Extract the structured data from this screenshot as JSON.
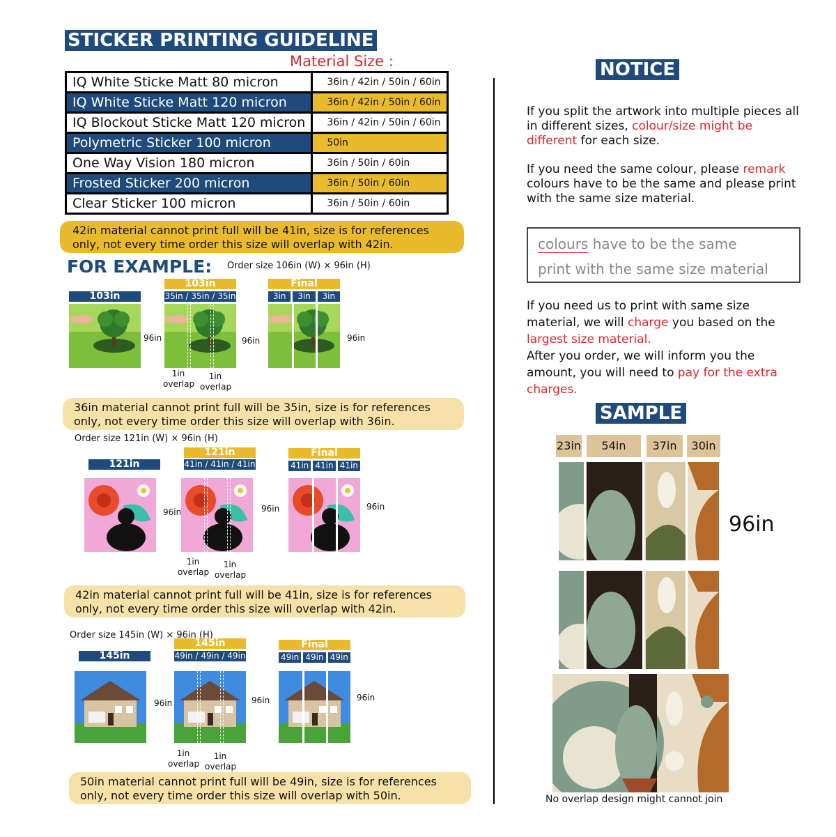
{
  "header": {
    "title": "STICKER PRINTING GUIDELINE",
    "material_size_heading": "Material Size :"
  },
  "materials": [
    {
      "name": "IQ White Sticke Matt 80 micron",
      "sizes": "36in / 42in / 50in / 60in"
    },
    {
      "name": "IQ White Sticke Matt 120 micron",
      "sizes": "36in / 42in / 50in / 60in"
    },
    {
      "name": "IQ Blockout Sticke Matt 120 micron",
      "sizes": "36in / 42in / 50in / 60in"
    },
    {
      "name": "Polymetric Sticker 100 micron",
      "sizes": "50in"
    },
    {
      "name": "One Way Vision 180 micron",
      "sizes": "36in / 50in / 60in"
    },
    {
      "name": "Frosted Sticker 200 micron",
      "sizes": "36in / 50in / 60in"
    },
    {
      "name": "Clear Sticker 100 micron",
      "sizes": "36in / 50in / 60in"
    }
  ],
  "note_42_top": "42in material cannot print full will be 41in, size is for references only, not every time order this size will overlap with 42in.",
  "example": {
    "heading": "FOR EXAMPLE:",
    "order1": "Order size 106in (W) × 96in (H)",
    "ex1": {
      "full_label": "103in",
      "split_label": "103in",
      "segments": "35in / 35in / 35in",
      "final_label": "Final",
      "final_segs": [
        "3in",
        "3in",
        "3in"
      ],
      "height": "96in",
      "overlap_a": "1in overlap",
      "overlap_b": "1in overlap"
    },
    "note1": "36in material cannot print full will be 35in, size is for references only, not every time order this size will overlap with 36in.",
    "order2": "Order size 121in (W) × 96in (H)",
    "ex2": {
      "full_label": "121in",
      "split_label": "121in",
      "segments": "41in / 41in / 41in",
      "final_label": "Final",
      "final_segs": [
        "41in",
        "41in",
        "41in"
      ],
      "height": "96in",
      "overlap_a": "1in overlap",
      "overlap_b": "1in overlap"
    },
    "note2": "42in material cannot print full will be 41in, size is for references only, not every time order this size will overlap with 42in.",
    "order3": "Order size 145in (W) × 96in (H)",
    "ex3": {
      "full_label": "145in",
      "split_label": "145in",
      "segments": "49in / 49in / 49in",
      "final_label": "Final",
      "final_segs": [
        "49in",
        "49in",
        "49in"
      ],
      "height": "96in",
      "overlap_a": "1in overlap",
      "overlap_b": "1in overlap"
    },
    "note3": "50in material cannot print full will be 49in, size is for references only, not every time order this size will overlap with 50in."
  },
  "notice": {
    "title": "NOTICE",
    "p1_a": "If you split the artwork into multiple pieces all in different sizes, ",
    "p1_red": "colour/size might be different",
    "p1_b": " for each size.",
    "p2_a": "If you need the same colour, please ",
    "p2_red": "remark",
    "p2_b": " colours have to be the same and please print with the same size material.",
    "remark_line1_u": "colours",
    "remark_line1_rest": " have to be the same",
    "remark_line2": "print with the same size material",
    "p3_a": "If you need us to print with same size material, we will ",
    "p3_red1": "charge",
    "p3_b": " you based on the ",
    "p3_red2": "largest size material.",
    "p4_a": "After you order, we will inform you the amount, you will need to ",
    "p4_red": "pay for the extra charges."
  },
  "sample": {
    "title": "SAMPLE",
    "labels": [
      "23in",
      "54in",
      "37in",
      "30in"
    ],
    "height": "96in",
    "caption": "No overlap design might cannot join"
  },
  "colors": {
    "navy": "#1f4a7c",
    "gold": "#e9bb2c",
    "pale_gold": "#f6e2a8",
    "red": "#e0262d",
    "sample_tan": "#dcc39a"
  }
}
